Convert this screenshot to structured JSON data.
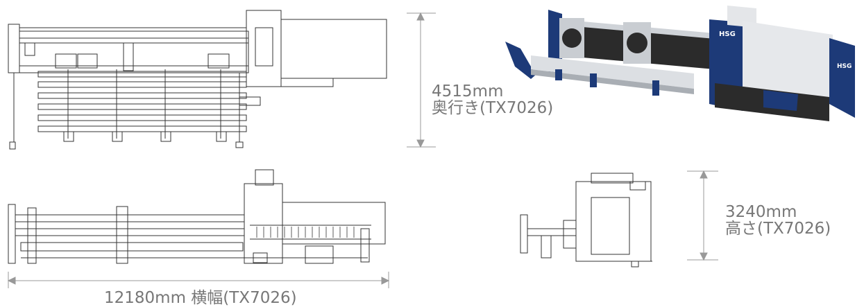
{
  "dimensions": {
    "depth": {
      "value": "4515mm",
      "label": "奥行き(TX7026)"
    },
    "height": {
      "value": "3240mm",
      "label": "高さ(TX7026)"
    },
    "width": {
      "text": "12180mm 横幅(TX7026)"
    }
  },
  "brand": {
    "logo_text": "HSG"
  },
  "colors": {
    "machine_blue": "#1d3a78",
    "machine_gray": "#d9d9d9",
    "line_art": "#333333",
    "dimension_line": "#999999",
    "text": "#777777"
  }
}
